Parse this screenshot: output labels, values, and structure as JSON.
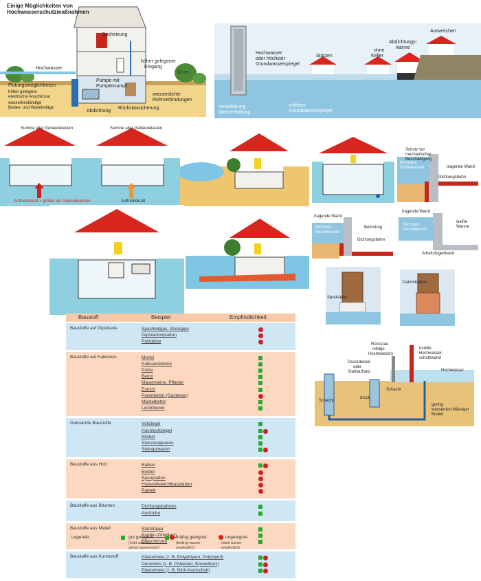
{
  "panel1": {
    "title_line1": "Einige Möglichkeiten von",
    "title_line2": "Hochwasserschutzmaßnahmen",
    "labels": {
      "gasheizung": "Gasheizung",
      "hochwasser": "Hochwasser",
      "hoeher_gelegener_eingang_1": "höher gelegener",
      "hoeher_gelegener_eingang_2": "Eingang",
      "fifty_cm": "50 cm",
      "flutungsmoeglichkeiten": "Flutungsmöglichkeiten",
      "hoeher_gelegene_1": "höher gelegene",
      "hoeher_gelegene_2": "elektrische Anschlüsse",
      "wasserbestaendige_1": "wasserbeständige",
      "wasserbestaendige_2": "Boden- und Wandbeläge",
      "pumpe_1": "Pumpe mit",
      "pumpe_2": "Pumpensumpf",
      "wasserdichte_1": "wasserdichte",
      "wasserdichte_2": "Rohrverbindungen",
      "abdichtung": "Abdichtung",
      "rueckstausicherung": "Rückstausicherung"
    }
  },
  "panel2": {
    "hochwasser_1": "Hochwasser",
    "hochwasser_2": "oder höchster",
    "hochwasser_3": "Grundwasserspiegel",
    "stuetzen": "Stützen",
    "ohne_keller_1": "ohne",
    "ohne_keller_2": "Keller",
    "abdichtungswanne_1": "Abdichtungs-",
    "abdichtungswanne_2": "wanne",
    "ausweichen": "Ausweichen",
    "verankerung_1": "Verankerung",
    "verankerung_2": "Wasserhaltung",
    "mittlerer_1": "mittlerer",
    "mittlerer_2": "Grundwasserspiegel"
  },
  "panel3": {
    "summe_left": "Summe aller Gebäudelasten",
    "summe_right": "Summe aller Gebäudelasten",
    "auftrieb_left": "Auftriebskraft > größer als Gebäudelasten",
    "auftrieb_right": "Auftriebskraft"
  },
  "panel5": {
    "schutz_1": "Schutz vor",
    "schutz_2": "mechanischer",
    "schutz_3": "Beschädigung",
    "tragende_wand": "tragende Wand",
    "hoechstes_1": "höchstes",
    "hoechstes_2": "Grundwasser",
    "dichtungsbahn": "Dichtungsbahn"
  },
  "panel6": {
    "tragende_wand": "tragende Wand",
    "betontrog": "Betontrog",
    "hoechstes_1": "höchstes",
    "hoechstes_2": "Grundwasser",
    "dichtungsbahn": "Dichtungsbahn"
  },
  "panel7": {
    "tragende_wand": "tragende Wand",
    "hoechstes_1": "höchstes",
    "hoechstes_2": "Grundwasser",
    "weisse_1": "weiße",
    "weisse_2": "Wanne",
    "arbeitsfugenband": "Arbeitsfugenband"
  },
  "panel8": {
    "sandsaecke": "Sandsäcke"
  },
  "panel9": {
    "dammbalken": "Dammbalken"
  },
  "panel10": {
    "rueckstau_1": "Rückstau",
    "rueckstau_2": "infolge",
    "rueckstau_3": "Hochwassers",
    "mobile_1": "mobile",
    "mobile_2": "Hochwasser-",
    "mobile_3": "schutzwand",
    "druckdeckel_1": "Druckdeckel",
    "druckdeckel_2": "oder",
    "druckdeckel_3": "Stahlaufsatz",
    "hochwasser": "Hochwasser",
    "schacht_left": "Schacht",
    "schacht_right": "Schacht",
    "druck": "druck",
    "gering_1": "gering",
    "gering_2": "wasserdurchlässiger",
    "gering_3": "Boden"
  },
  "table": {
    "headers": [
      "Baustoff",
      "Beispiel",
      "Empfindlichkeit"
    ],
    "groups": [
      {
        "name": "Baustoffe auf Gipsbasis",
        "rows": [
          {
            "label": "Spachtelgips, Stuckgips",
            "rating": "ungeeignet"
          },
          {
            "label": "Gipskartonplatten",
            "rating": "ungeeignet"
          },
          {
            "label": "Putzgipse",
            "rating": "ungeeignet"
          }
        ]
      },
      {
        "name": "Baustoffe auf Kalkbasis",
        "rows": [
          {
            "label": "Mörtel",
            "rating": "gut"
          },
          {
            "label": "Kalksandsteine",
            "rating": "gut"
          },
          {
            "label": "Putze",
            "rating": "gut"
          },
          {
            "label": "Beton",
            "rating": "gut"
          },
          {
            "label": "Mauersteine, Pflaster",
            "rating": "gut"
          },
          {
            "label": "Estrich",
            "rating": "gut"
          },
          {
            "label": "Porenbeton (Gasbeton)",
            "rating": "ungeeignet"
          },
          {
            "label": "Mantelbeton",
            "rating": "gut"
          },
          {
            "label": "Leichtbeton",
            "rating": "gut"
          }
        ]
      },
      {
        "name": "Gebrannte Baustoffe",
        "rows": [
          {
            "label": "Vollziegel",
            "rating": "gut"
          },
          {
            "label": "Hochlochziegel",
            "rating": "maessig"
          },
          {
            "label": "Klinker",
            "rating": "gut"
          },
          {
            "label": "Steinzeugwaren",
            "rating": "gut"
          },
          {
            "label": "Steingutwaren",
            "rating": "maessig"
          }
        ]
      },
      {
        "name": "Baustoffe aus Holz",
        "rows": [
          {
            "label": "Balken",
            "rating": "maessig"
          },
          {
            "label": "Bretter",
            "rating": "ungeeignet"
          },
          {
            "label": "Spanplatten",
            "rating": "ungeeignet"
          },
          {
            "label": "Holzwolleleichtbauplatten",
            "rating": "ungeeignet"
          },
          {
            "label": "Parkett",
            "rating": "ungeeignet"
          }
        ]
      },
      {
        "name": "Baustoffe aus Bitumen",
        "rows": [
          {
            "label": "Dichtungsbahnen",
            "rating": "gut"
          },
          {
            "label": "Anstriche",
            "rating": "gut"
          }
        ]
      },
      {
        "name": "Baustoffe aus Metall",
        "rows": [
          {
            "label": "Stahlträger",
            "rating": "gut"
          },
          {
            "label": "Kupfer-/Zinkblech",
            "rating": "gut"
          },
          {
            "label": "Bleischürzen",
            "rating": "gut"
          }
        ]
      },
      {
        "name": "Baustoffe aus Kunststoff",
        "rows": [
          {
            "label": "Plastomere (z. B. Polyethylen, Polystyrol)",
            "rating": "maessig"
          },
          {
            "label": "Duromere (z. B. Polyester, Epoxidharz)",
            "rating": "maessig"
          },
          {
            "label": "Elastomere (z. B. Nitril-Kautschuk)",
            "rating": "maessig"
          }
        ]
      }
    ]
  },
  "legend": {
    "title": "Legende:",
    "gut": "gut geeignet",
    "gut_sub_1": "(nicht oder nur",
    "gut_sub_2": "gering wasserempf.)",
    "maessig": "mäßig geeignet",
    "maessig_sub_1": "(bedingt wasser-",
    "maessig_sub_2": "empfindlich)",
    "ungeeignet": "ungeeignet",
    "ungeeignet_sub_1": "(stark wasser-",
    "ungeeignet_sub_2": "empfindlich)"
  },
  "colors": {
    "roof_red": "#d6261e",
    "water_blue": "#7fc6e4",
    "soil": "#e4b85a",
    "good_green": "#2aa832",
    "bad_red": "#d21f1f",
    "table_blue": "#cfe6f5",
    "table_orange": "#fbd8bf"
  }
}
